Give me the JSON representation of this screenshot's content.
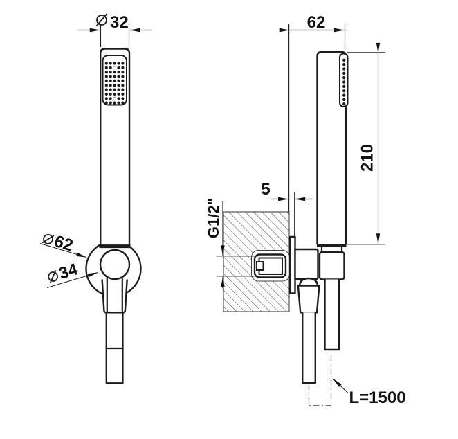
{
  "drawing": {
    "type": "technical drawing",
    "subject": "Wall-mounted hand shower set with water outlet and holder – front and side views",
    "background_color": "#ffffff",
    "line_color": "#1c1c1c"
  },
  "dimensions": {
    "head_diameter": {
      "symbol": "Ø",
      "value": "32"
    },
    "holder_outer_diameter": {
      "symbol": "Ø",
      "value": "62"
    },
    "holder_ring_diameter": {
      "symbol": "Ø",
      "value": "34"
    },
    "outlet_depth": {
      "value": "62"
    },
    "handshower_length": {
      "value": "210"
    },
    "flange_offset": {
      "value": "5"
    },
    "thread_size": {
      "value": "G1/2\""
    },
    "hose_length": {
      "value": "L=1500"
    }
  },
  "spray_face": {
    "front_rows": 10,
    "front_cols": 5,
    "front_hollow": [
      [
        2,
        1
      ],
      [
        2,
        8
      ]
    ],
    "side_count": 11
  }
}
